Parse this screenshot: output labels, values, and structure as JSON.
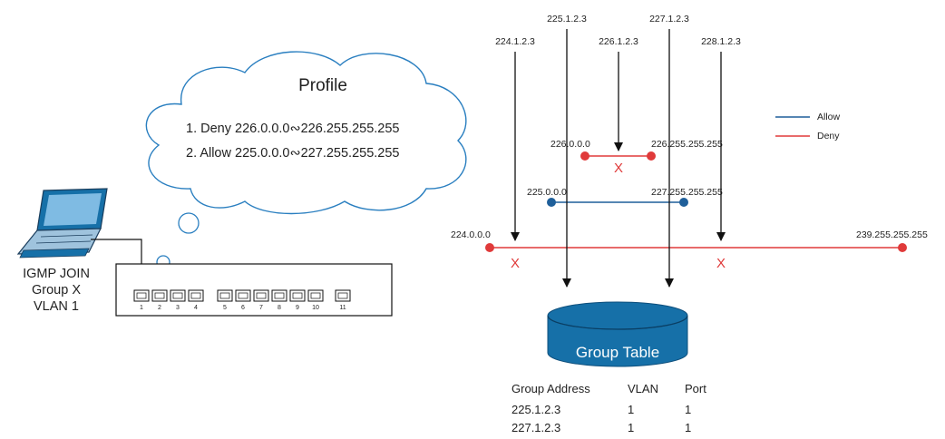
{
  "profile": {
    "title": "Profile",
    "rule1": "1. Deny 226.0.0.0∾226.255.255.255",
    "rule2": "2. Allow 225.0.0.0∾227.255.255.255"
  },
  "host": {
    "line1": "IGMP JOIN",
    "line2": "Group X",
    "line3": "VLAN 1"
  },
  "switch": {
    "ports": [
      "1",
      "2",
      "3",
      "4",
      "5",
      "6",
      "7",
      "8",
      "9",
      "10",
      "11"
    ]
  },
  "groups": {
    "g224": "224.1.2.3",
    "g225": "225.1.2.3",
    "g226": "226.1.2.3",
    "g227": "227.1.2.3",
    "g228": "228.1.2.3"
  },
  "ranges": {
    "deny_start": "226.0.0.0",
    "deny_end": "226.255.255.255",
    "allow_start": "225.0.0.0",
    "allow_end": "227.255.255.255",
    "full_start": "224.0.0.0",
    "full_end": "239.255.255.255"
  },
  "blocked_mark": "X",
  "legend": {
    "allow_label": "Allow",
    "allow_color": "#1f5f9a",
    "deny_label": "Deny",
    "deny_color": "#e03a3a"
  },
  "database": {
    "label": "Group Table",
    "color": "#1670a8"
  },
  "table": {
    "headers": [
      "Group Address",
      "VLAN",
      "Port"
    ],
    "rows": [
      [
        "225.1.2.3",
        "1",
        "1"
      ],
      [
        "227.1.2.3",
        "1",
        "1"
      ]
    ]
  }
}
